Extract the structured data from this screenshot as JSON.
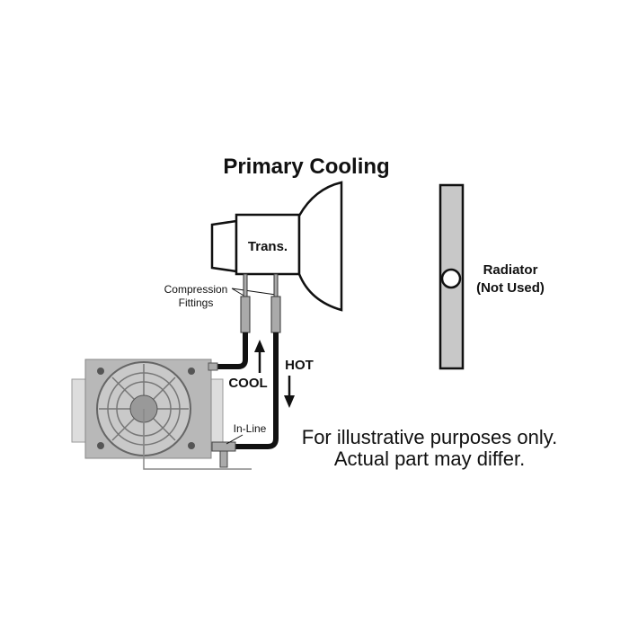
{
  "title": "Primary Cooling",
  "transmission_label": "Trans.",
  "radiator_label": [
    "Radiator",
    "(Not Used)"
  ],
  "fittings_label": [
    "Compression",
    "Fittings"
  ],
  "cool_label": "COOL",
  "hot_label": "HOT",
  "inline_label": "In-Line",
  "disclaimer": [
    "For illustrative purposes only.",
    "Actual part may differ."
  ],
  "colors": {
    "hose": "#111111",
    "radiator": "#c8c8c8",
    "cooler": "#b8b8b8"
  }
}
